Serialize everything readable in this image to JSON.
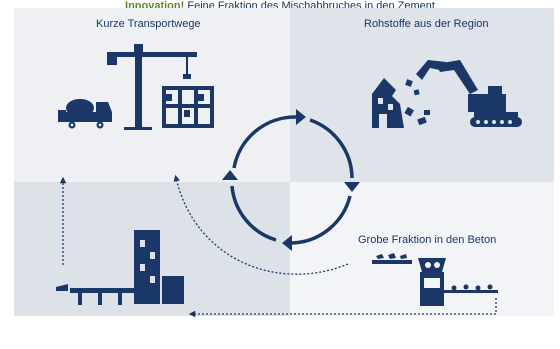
{
  "labels": {
    "top_left": "Kurze Transportwege",
    "top_right": "Rohstoffe aus der Region",
    "bottom_right": "Grobe Fraktion in den Beton",
    "innovation_word": "Innovation!",
    "innovation_text": " Feine Fraktion des Mischabbruches in den Zement"
  },
  "colors": {
    "navy": "#1a3767",
    "accent_green": "#5a8a2a"
  },
  "icons": [
    "concrete-mixer-truck-icon",
    "tower-crane-icon",
    "building-frame-icon",
    "demolished-house-icon",
    "excavator-icon",
    "crusher-icon",
    "conveyor-icon",
    "cement-plant-icon",
    "cycle-arrows-icon"
  ]
}
